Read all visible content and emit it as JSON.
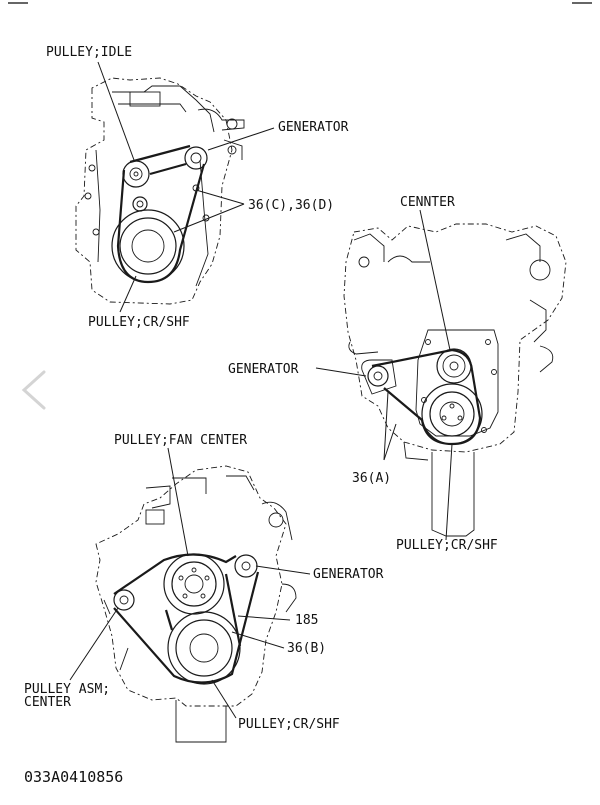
{
  "diagram_top": {
    "label_pulley_idle": "PULLEY;IDLE",
    "label_generator": "GENERATOR",
    "label_belt": "36(C),36(D)",
    "label_pulley_crank": "PULLEY;CR/SHF"
  },
  "diagram_right": {
    "label_center": "CENNTER",
    "label_generator": "GENERATOR",
    "label_belt": "36(A)",
    "label_pulley_crank": "PULLEY;CR/SHF"
  },
  "diagram_bottom": {
    "label_fan_center": "PULLEY;FAN CENTER",
    "label_generator": "GENERATOR",
    "label_185": "185",
    "label_belt": "36(B)",
    "label_asm_line1": "PULLEY ASM;",
    "label_asm_line2": "CENTER",
    "label_pulley_crank": "PULLEY;CR/SHF"
  },
  "figure_id": "033A0410856",
  "nav": {
    "prev_icon": "chevron-left-icon"
  }
}
